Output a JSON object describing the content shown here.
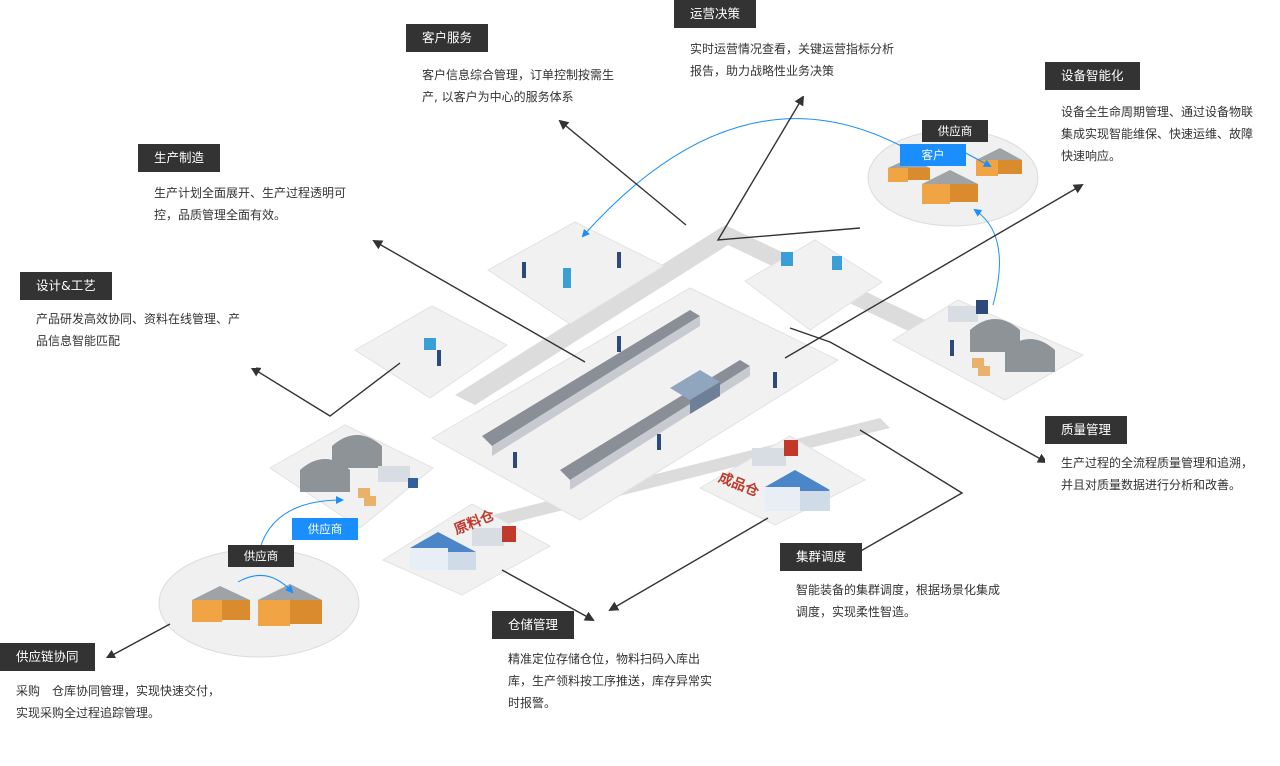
{
  "cards": {
    "customer_service": {
      "title": "客户服务",
      "desc": "客户信息综合管理，订单控制按需生产, 以客户为中心的服务体系"
    },
    "operations_decision": {
      "title": "运营决策",
      "desc": "实时运营情况查看，关键运营指标分析报告，助力战略性业务决策"
    },
    "equipment_intelligence": {
      "title": "设备智能化",
      "desc": "设备全生命周期管理、通过设备物联集成实现智能维保、快速运维、故障快速响应。"
    },
    "production": {
      "title": "生产制造",
      "desc": "生产计划全面展开、生产过程透明可控，品质管理全面有效。"
    },
    "design_process": {
      "title": "设计&工艺",
      "desc": "产品研发高效协同、资料在线管理、产品信息智能匹配"
    },
    "quality": {
      "title": "质量管理",
      "desc": "生产过程的全流程质量管理和追溯，并且对质量数据进行分析和改善。"
    },
    "cluster_dispatch": {
      "title": "集群调度",
      "desc": "智能装备的集群调度，根据场景化集成调度，实现柔性智造。"
    },
    "warehouse": {
      "title": "仓储管理",
      "desc": "精准定位存储仓位，物料扫码入库出库，生产领料按工序推送，库存异常实时报警。"
    },
    "supply_chain": {
      "title": "供应链协同",
      "desc": "采购　仓库协同管理，实现快速交付，实现采购全过程追踪管理。"
    }
  },
  "scene_labels": {
    "supplier_top_dark": "供应商",
    "customer_blue": "客户",
    "supplier_bottom_dark": "供应商",
    "supplier_bottom_blue": "供应商",
    "raw_material_warehouse": "原料仓",
    "finished_goods_warehouse": "成品仓"
  },
  "colors": {
    "tag_bg": "#333333",
    "accent_blue": "#1b8eff",
    "connector": "#333333",
    "warehouse_label": "#c0392b"
  }
}
